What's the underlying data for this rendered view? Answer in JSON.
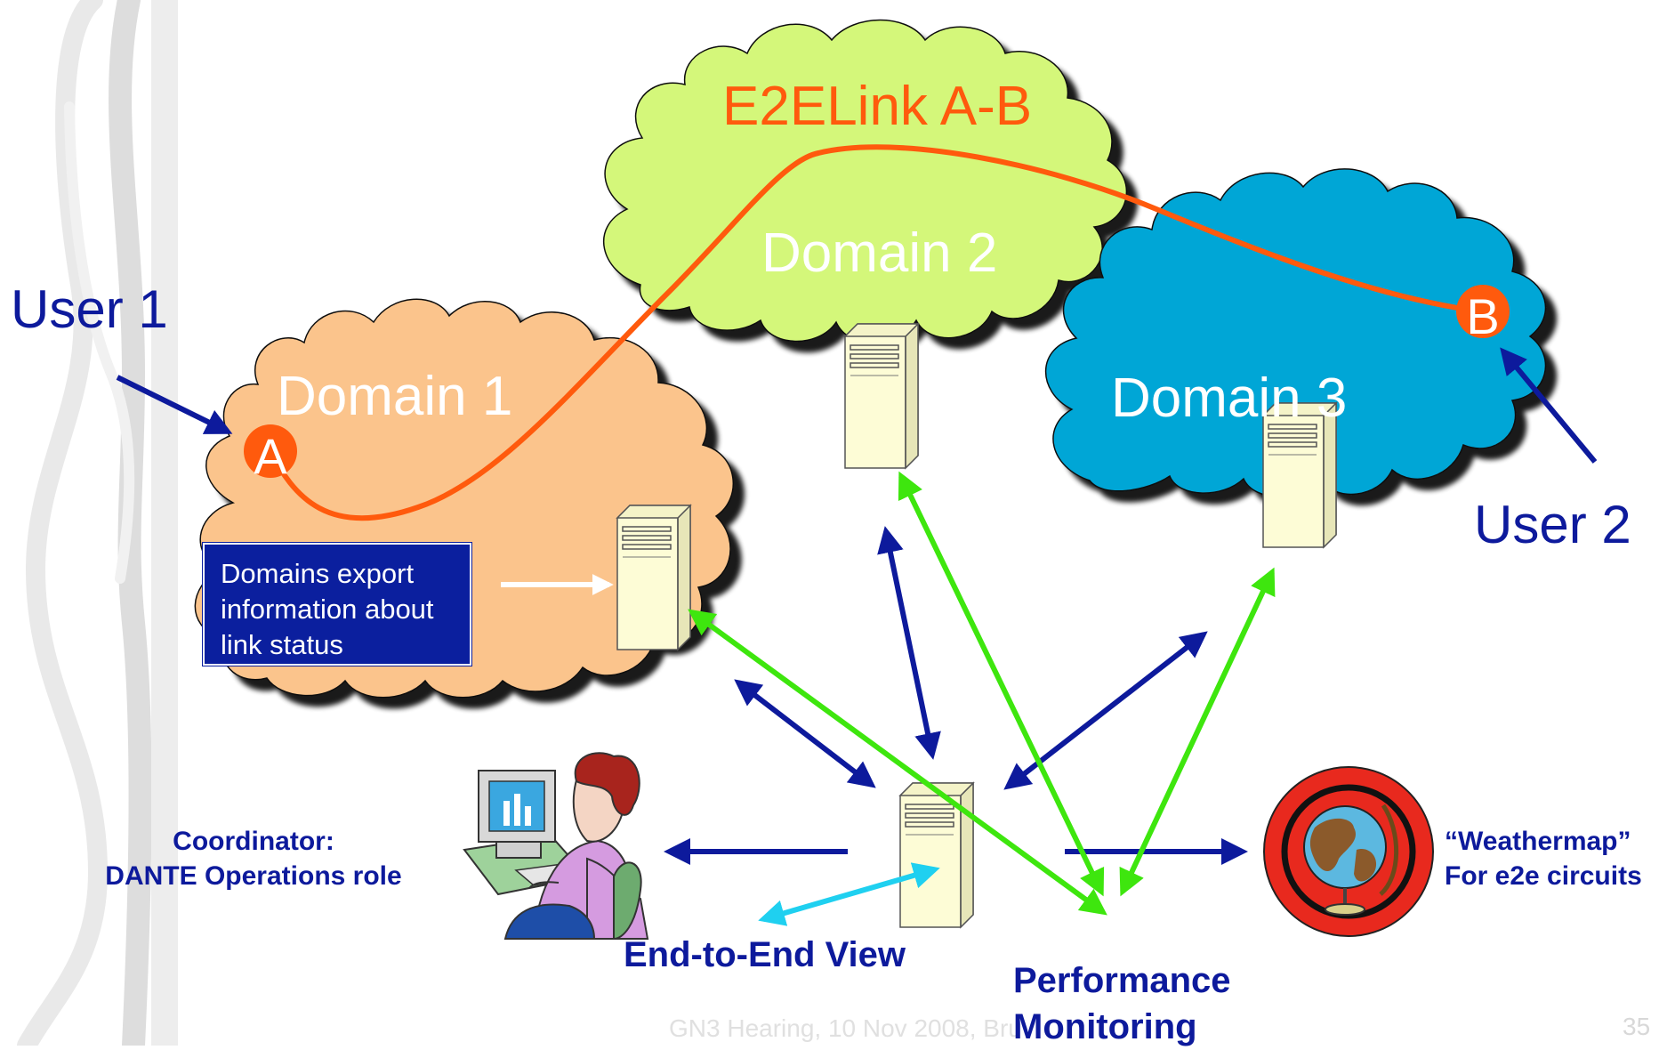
{
  "labels": {
    "user1": "User 1",
    "user2": "User 2",
    "domain1": "Domain 1",
    "domain2": "Domain 2",
    "domain3": "Domain 3",
    "e2elink": "E2ELink A-B",
    "endpoint_a": "A",
    "endpoint_b": "B",
    "info_box": [
      "Domains export",
      "information about",
      "link status"
    ],
    "coordinator": [
      "Coordinator:",
      "DANTE Operations role"
    ],
    "weathermap": [
      "“Weathermap”",
      "For e2e circuits"
    ],
    "end_to_end_view": "End-to-End View",
    "performance_monitoring": [
      "Performance",
      "Monitoring"
    ],
    "footer": "GN3 Hearing, 10 Nov 2008, Bru",
    "page_number": "35"
  },
  "colors": {
    "domain1": "#fbc48c",
    "domain2": "#d4f77a",
    "domain3": "#05a6d6",
    "link": "#ff5a0d",
    "dark_blue": "#0d1a9c",
    "green": "#3ee60e",
    "cyan": "#1fd0f0"
  }
}
